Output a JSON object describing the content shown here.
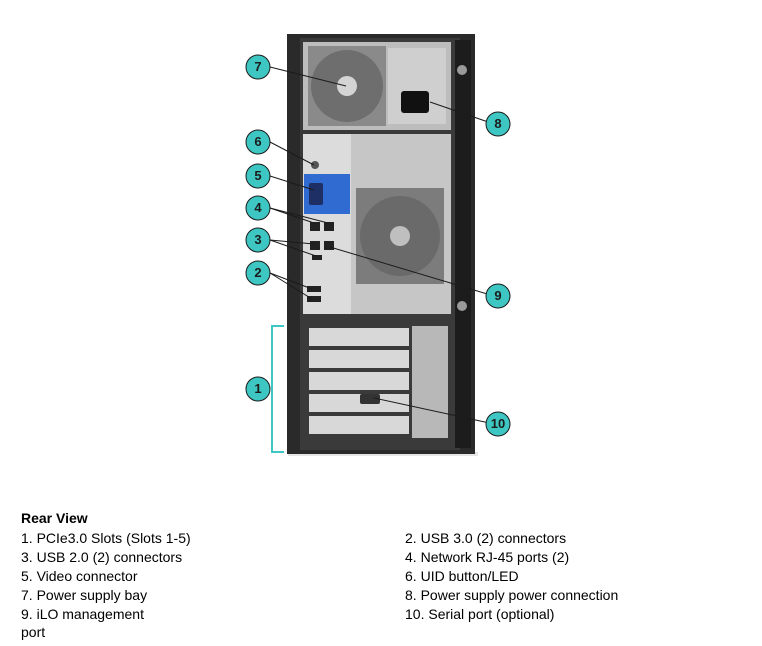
{
  "diagram": {
    "callouts": [
      "7",
      "6",
      "5",
      "4",
      "3",
      "2",
      "1",
      "8",
      "9",
      "10"
    ],
    "colors": {
      "callout_fill": "#3ec7c2",
      "chassis": "#2a2a2a",
      "panel": "#c9c9c9",
      "blue_plate": "#2f6bd0"
    }
  },
  "legend": {
    "title": "Rear View",
    "items": [
      {
        "num": "1.",
        "text": "PCIe3.0 Slots (Slots 1-5)"
      },
      {
        "num": "2.",
        "text": "USB 3.0 (2) connectors"
      },
      {
        "num": "3.",
        "text": "USB 2.0 (2) connectors"
      },
      {
        "num": "4.",
        "text": "Network RJ-45 ports (2)"
      },
      {
        "num": "5.",
        "text": "Video connector"
      },
      {
        "num": "6.",
        "text": "UID button/LED"
      },
      {
        "num": "7.",
        "text": "Power supply bay"
      },
      {
        "num": "8.",
        "text": "Power supply power connection"
      },
      {
        "num": "9.",
        "text": "iLO management port"
      },
      {
        "num": "10.",
        "text": "Serial port (optional)"
      }
    ]
  }
}
